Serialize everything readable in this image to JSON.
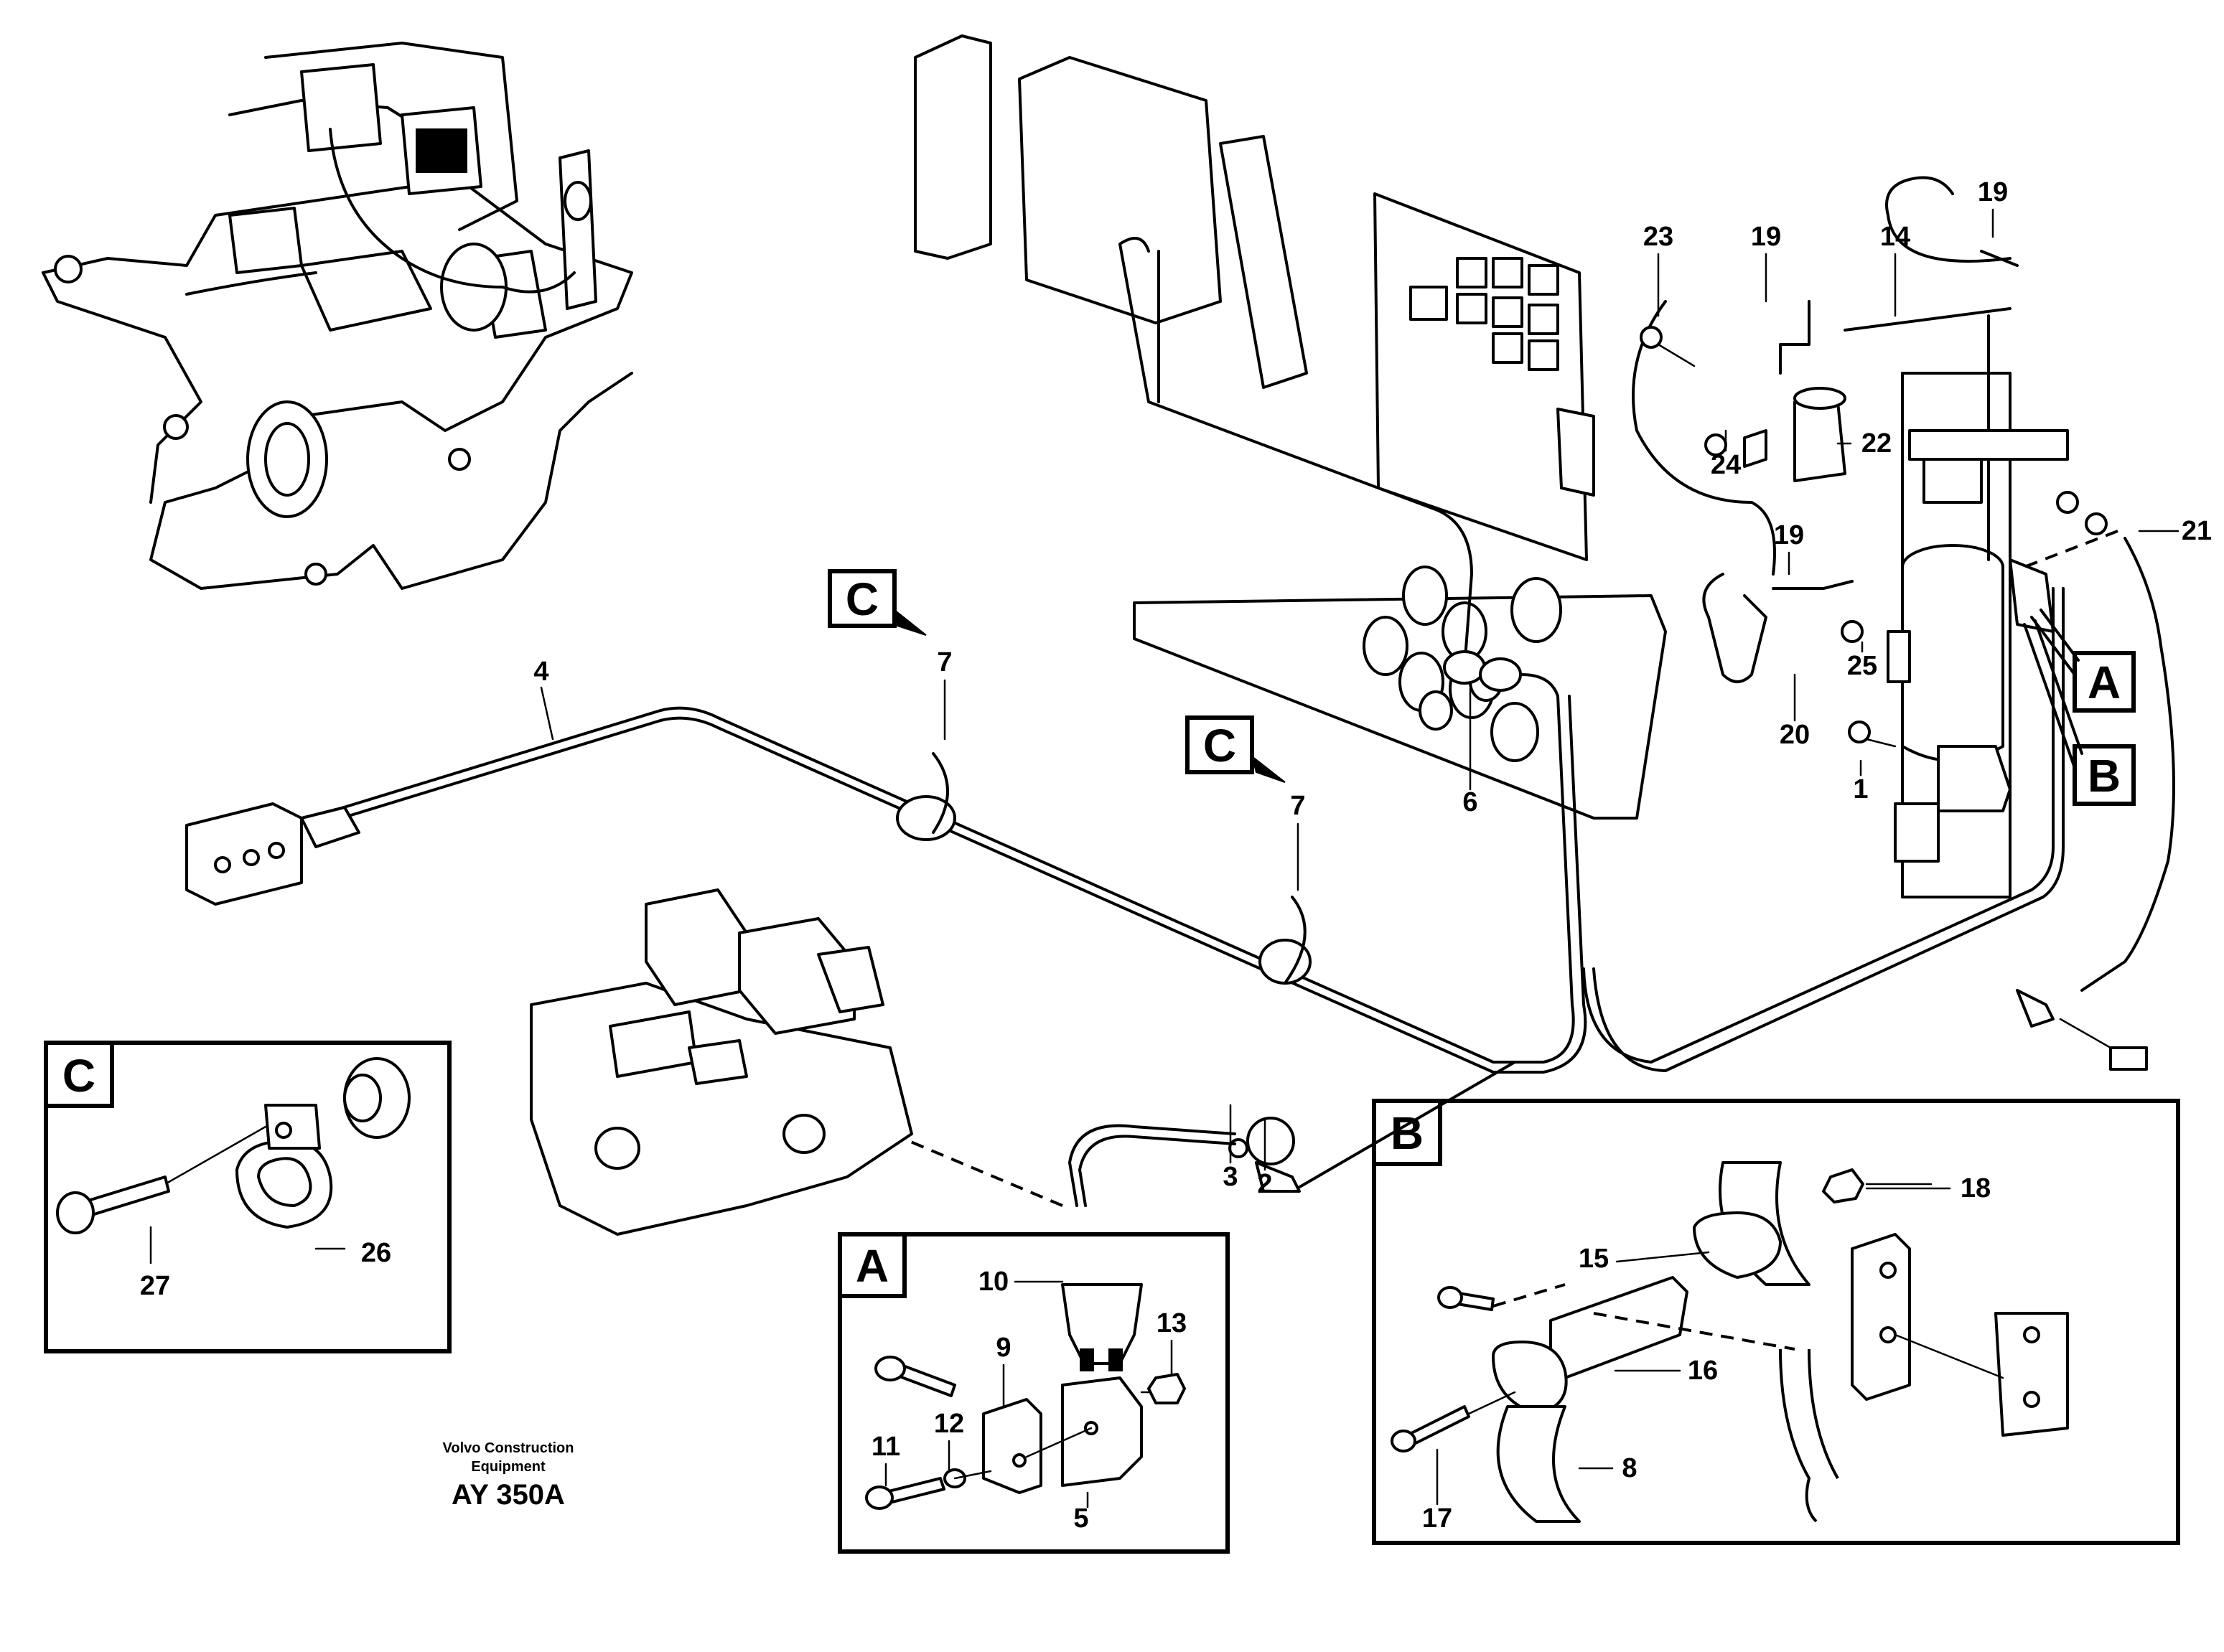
{
  "view_letters": {
    "c_main_1": "C",
    "c_main_2": "C",
    "a_side": "A",
    "b_side": "B",
    "c_detail": "C",
    "a_detail": "A",
    "b_detail": "B"
  },
  "callouts": {
    "n1": "1",
    "n2": "2",
    "n3": "3",
    "n4": "4",
    "n5": "5",
    "n6": "6",
    "n7a": "7",
    "n7b": "7",
    "n8": "8",
    "n9": "9",
    "n10": "10",
    "n11": "11",
    "n12": "12",
    "n13": "13",
    "n14": "14",
    "n15": "15",
    "n16": "16",
    "n17": "17",
    "n18": "18",
    "n19a": "19",
    "n19b": "19",
    "n19c": "19",
    "n20": "20",
    "n21": "21",
    "n22": "22",
    "n23": "23",
    "n24": "24",
    "n25": "25",
    "n26": "26",
    "n27": "27"
  },
  "reference": {
    "company_line1": "Volvo Construction",
    "company_line2": "Equipment",
    "figure_code": "AY 350A"
  }
}
